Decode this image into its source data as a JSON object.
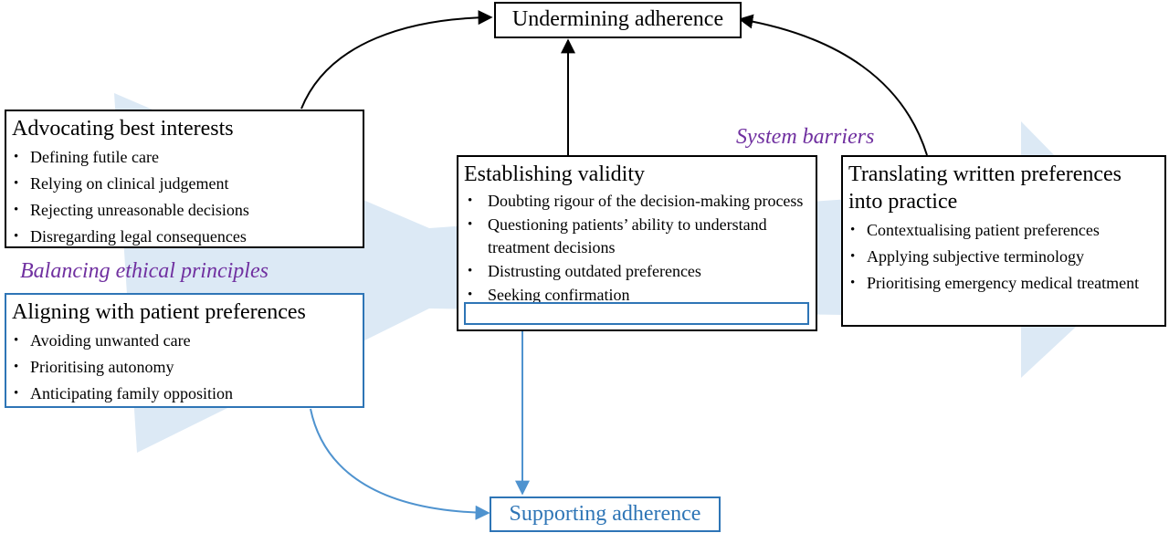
{
  "colors": {
    "arrow_fill": "#dce9f5",
    "box_blue": "#2e75b6",
    "label_purple": "#7030a0",
    "line_black": "#000000"
  },
  "undermining": {
    "title": "Undermining adherence"
  },
  "supporting": {
    "title": "Supporting adherence"
  },
  "advocating": {
    "title": "Advocating best interests",
    "items": [
      "Defining futile care",
      "Relying on clinical judgement",
      "Rejecting unreasonable decisions",
      "Disregarding legal consequences"
    ]
  },
  "aligning": {
    "title": "Aligning with patient preferences",
    "items": [
      "Avoiding unwanted care",
      "Prioritising autonomy",
      "Anticipating family opposition"
    ]
  },
  "validity": {
    "title": "Establishing validity",
    "items": [
      "Doubting rigour of the decision-making process",
      "Questioning patients’ ability to understand treatment decisions",
      "Distrusting outdated preferences",
      "Seeking confirmation"
    ]
  },
  "translating": {
    "title": "Translating written preferences into practice",
    "items": [
      "Contextualising patient preferences",
      "Applying subjective terminology",
      "Prioritising emergency medical treatment"
    ]
  },
  "labels": {
    "balancing": "Balancing ethical principles",
    "system": "System barriers"
  }
}
